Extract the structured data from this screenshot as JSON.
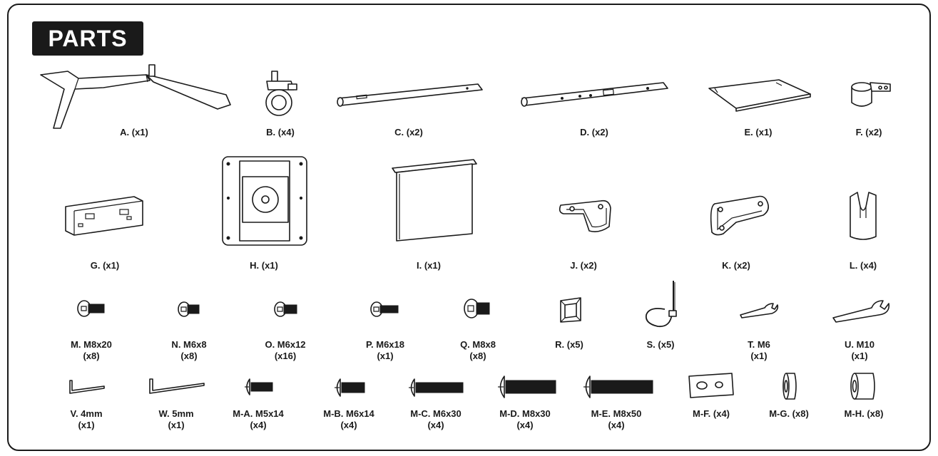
{
  "section": {
    "title": "PARTS"
  },
  "parts": [
    {
      "id": "A",
      "label": "A. (x1)",
      "icon": "tripod-base-icon"
    },
    {
      "id": "B",
      "label": "B. (x4)",
      "icon": "caster-wheel-icon"
    },
    {
      "id": "C",
      "label": "C. (x2)",
      "icon": "tube-icon"
    },
    {
      "id": "D",
      "label": "D. (x2)",
      "icon": "tube-icon"
    },
    {
      "id": "E",
      "label": "E. (x1)",
      "icon": "shelf-plate-icon"
    },
    {
      "id": "F",
      "label": "F. (x2)",
      "icon": "clamp-icon"
    },
    {
      "id": "G",
      "label": "G. (x1)",
      "icon": "bracket-icon"
    },
    {
      "id": "H",
      "label": "H. (x1)",
      "icon": "mounting-plate-icon"
    },
    {
      "id": "I",
      "label": "I. (x1)",
      "icon": "cover-panel-icon"
    },
    {
      "id": "J",
      "label": "J. (x2)",
      "icon": "l-bracket-icon"
    },
    {
      "id": "K",
      "label": "K. (x2)",
      "icon": "l-bracket-icon"
    },
    {
      "id": "L",
      "label": "L. (x4)",
      "icon": "cable-cover-icon"
    },
    {
      "id": "M",
      "label": "M. M8x20",
      "qty": "(x8)",
      "icon": "screw-icon"
    },
    {
      "id": "N",
      "label": "N. M6x8",
      "qty": "(x8)",
      "icon": "screw-icon"
    },
    {
      "id": "O",
      "label": "O. M6x12",
      "qty": "(x16)",
      "icon": "screw-icon"
    },
    {
      "id": "P",
      "label": "P. M6x18",
      "qty": "(x1)",
      "icon": "screw-icon"
    },
    {
      "id": "Q",
      "label": "Q. M8x8",
      "qty": "(x8)",
      "icon": "screw-icon"
    },
    {
      "id": "R",
      "label": "R. (x5)",
      "icon": "adhesive-mount-icon"
    },
    {
      "id": "S",
      "label": "S. (x5)",
      "icon": "cable-tie-icon"
    },
    {
      "id": "T",
      "label": "T. M6",
      "qty": "(x1)",
      "icon": "wrench-icon"
    },
    {
      "id": "U",
      "label": "U. M10",
      "qty": "(x1)",
      "icon": "wrench-icon"
    },
    {
      "id": "V",
      "label": "V. 4mm",
      "qty": "(x1)",
      "icon": "allen-key-icon"
    },
    {
      "id": "W",
      "label": "W. 5mm",
      "qty": "(x1)",
      "icon": "allen-key-icon"
    },
    {
      "id": "MA",
      "label": "M-A. M5x14",
      "qty": "(x4)",
      "icon": "bolt-icon"
    },
    {
      "id": "MB",
      "label": "M-B. M6x14",
      "qty": "(x4)",
      "icon": "bolt-icon"
    },
    {
      "id": "MC",
      "label": "M-C. M6x30",
      "qty": "(x4)",
      "icon": "bolt-icon"
    },
    {
      "id": "MD",
      "label": "M-D. M8x30",
      "qty": "(x4)",
      "icon": "bolt-icon"
    },
    {
      "id": "ME",
      "label": "M-E. M8x50",
      "qty": "(x4)",
      "icon": "bolt-icon"
    },
    {
      "id": "MF",
      "label": "M-F. (x4)",
      "icon": "washer-plate-icon"
    },
    {
      "id": "MG",
      "label": "M-G. (x8)",
      "icon": "spacer-icon"
    },
    {
      "id": "MH",
      "label": "M-H. (x8)",
      "icon": "spacer-icon"
    }
  ]
}
